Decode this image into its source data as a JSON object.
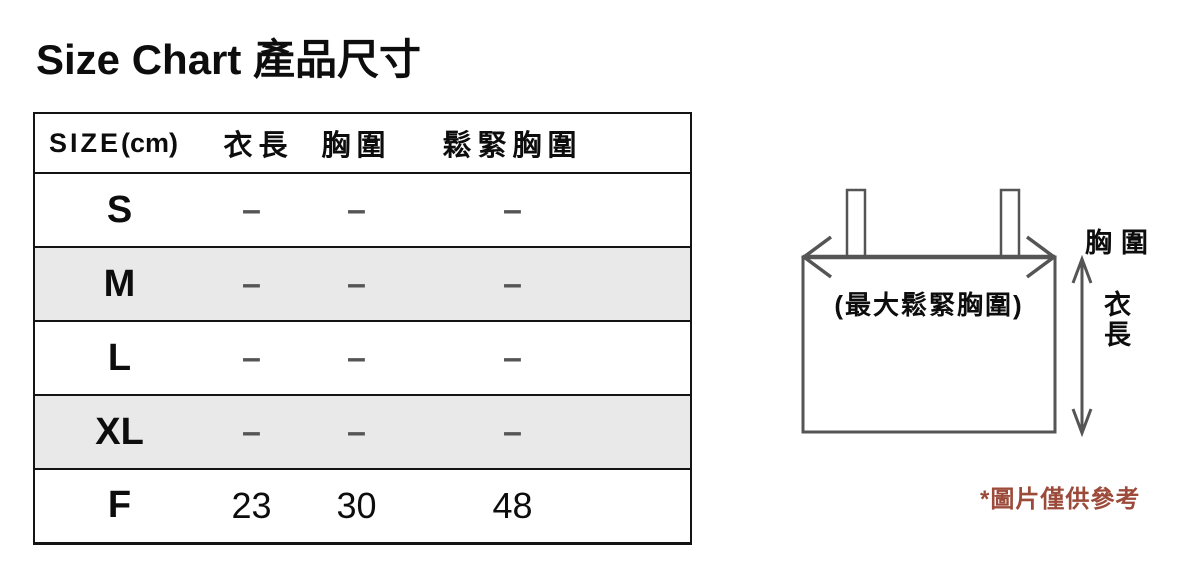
{
  "title": "Size Chart 產品尺寸",
  "table": {
    "header": {
      "size_label": "SIZE",
      "size_unit": "(cm)",
      "columns": [
        "衣長",
        "胸圍",
        "鬆緊胸圍"
      ]
    },
    "rows": [
      {
        "size": "S",
        "values": [
          "–",
          "–",
          "–"
        ]
      },
      {
        "size": "M",
        "values": [
          "–",
          "–",
          "–"
        ]
      },
      {
        "size": "L",
        "values": [
          "–",
          "–",
          "–"
        ]
      },
      {
        "size": "XL",
        "values": [
          "–",
          "–",
          "–"
        ]
      },
      {
        "size": "F",
        "values": [
          "23",
          "30",
          "48"
        ]
      }
    ]
  },
  "diagram": {
    "chest_label": "胸圍",
    "length_label": "衣長",
    "inside_label": "(最大鬆緊胸圍)"
  },
  "note": {
    "text": "*圖片僅供參考"
  },
  "colors": {
    "shaded_row": "#e9e9e9",
    "table_border": "#141414",
    "diagram_line": "#555555",
    "dash": "#555555",
    "note_text": "#9c4a3a"
  }
}
